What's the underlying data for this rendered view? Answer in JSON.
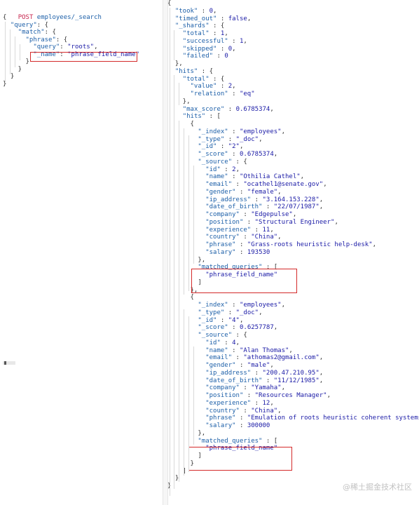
{
  "request": {
    "method": "POST",
    "endpoint": "employees/_search",
    "body_lines": [
      "{",
      "  \"query\": {",
      "    \"match\": {",
      "      \"phrase\": {",
      "        \"query\": \"roots\",",
      "        \"_name\": \"phrase_field_name\"",
      "      }",
      "    }",
      "  }",
      "}"
    ]
  },
  "response": {
    "lines": [
      "{",
      "  \"took\" : 0,",
      "  \"timed_out\" : false,",
      "  \"_shards\" : {",
      "    \"total\" : 1,",
      "    \"successful\" : 1,",
      "    \"skipped\" : 0,",
      "    \"failed\" : 0",
      "  },",
      "  \"hits\" : {",
      "    \"total\" : {",
      "      \"value\" : 2,",
      "      \"relation\" : \"eq\"",
      "    },",
      "    \"max_score\" : 0.6785374,",
      "    \"hits\" : [",
      "      {",
      "        \"_index\" : \"employees\",",
      "        \"_type\" : \"_doc\",",
      "        \"_id\" : \"2\",",
      "        \"_score\" : 0.6785374,",
      "        \"_source\" : {",
      "          \"id\" : 2,",
      "          \"name\" : \"Othilia Cathel\",",
      "          \"email\" : \"ocathel1@senate.gov\",",
      "          \"gender\" : \"female\",",
      "          \"ip_address\" : \"3.164.153.228\",",
      "          \"date_of_birth\" : \"22/07/1987\",",
      "          \"company\" : \"Edgepulse\",",
      "          \"position\" : \"Structural Engineer\",",
      "          \"experience\" : 11,",
      "          \"country\" : \"China\",",
      "          \"phrase\" : \"Grass-roots heuristic help-desk\",",
      "          \"salary\" : 193530",
      "        },",
      "        \"matched_queries\" : [",
      "          \"phrase_field_name\"",
      "        ]",
      "      },",
      "      {",
      "        \"_index\" : \"employees\",",
      "        \"_type\" : \"_doc\",",
      "        \"_id\" : \"4\",",
      "        \"_score\" : 0.6257787,",
      "        \"_source\" : {",
      "          \"id\" : 4,",
      "          \"name\" : \"Alan Thomas\",",
      "          \"email\" : \"athomas2@gmail.com\",",
      "          \"gender\" : \"male\",",
      "          \"ip_address\" : \"200.47.210.95\",",
      "          \"date_of_birth\" : \"11/12/1985\",",
      "          \"company\" : \"Yamaha\",",
      "          \"position\" : \"Resources Manager\",",
      "          \"experience\" : 12,",
      "          \"country\" : \"China\",",
      "          \"phrase\" : \"Emulation of roots heuristic coherent systems\",",
      "          \"salary\" : 300000",
      "        },",
      "        \"matched_queries\" : [",
      "          \"phrase_field_name\"",
      "        ]",
      "      }",
      "    ]",
      "  }",
      "}"
    ]
  },
  "colors": {
    "key": "#1c5fa8",
    "string": "#1a1aa6",
    "method": "#c7254e",
    "highlight_box": "#d42a2a"
  },
  "watermark": "@稀土掘金技术社区"
}
